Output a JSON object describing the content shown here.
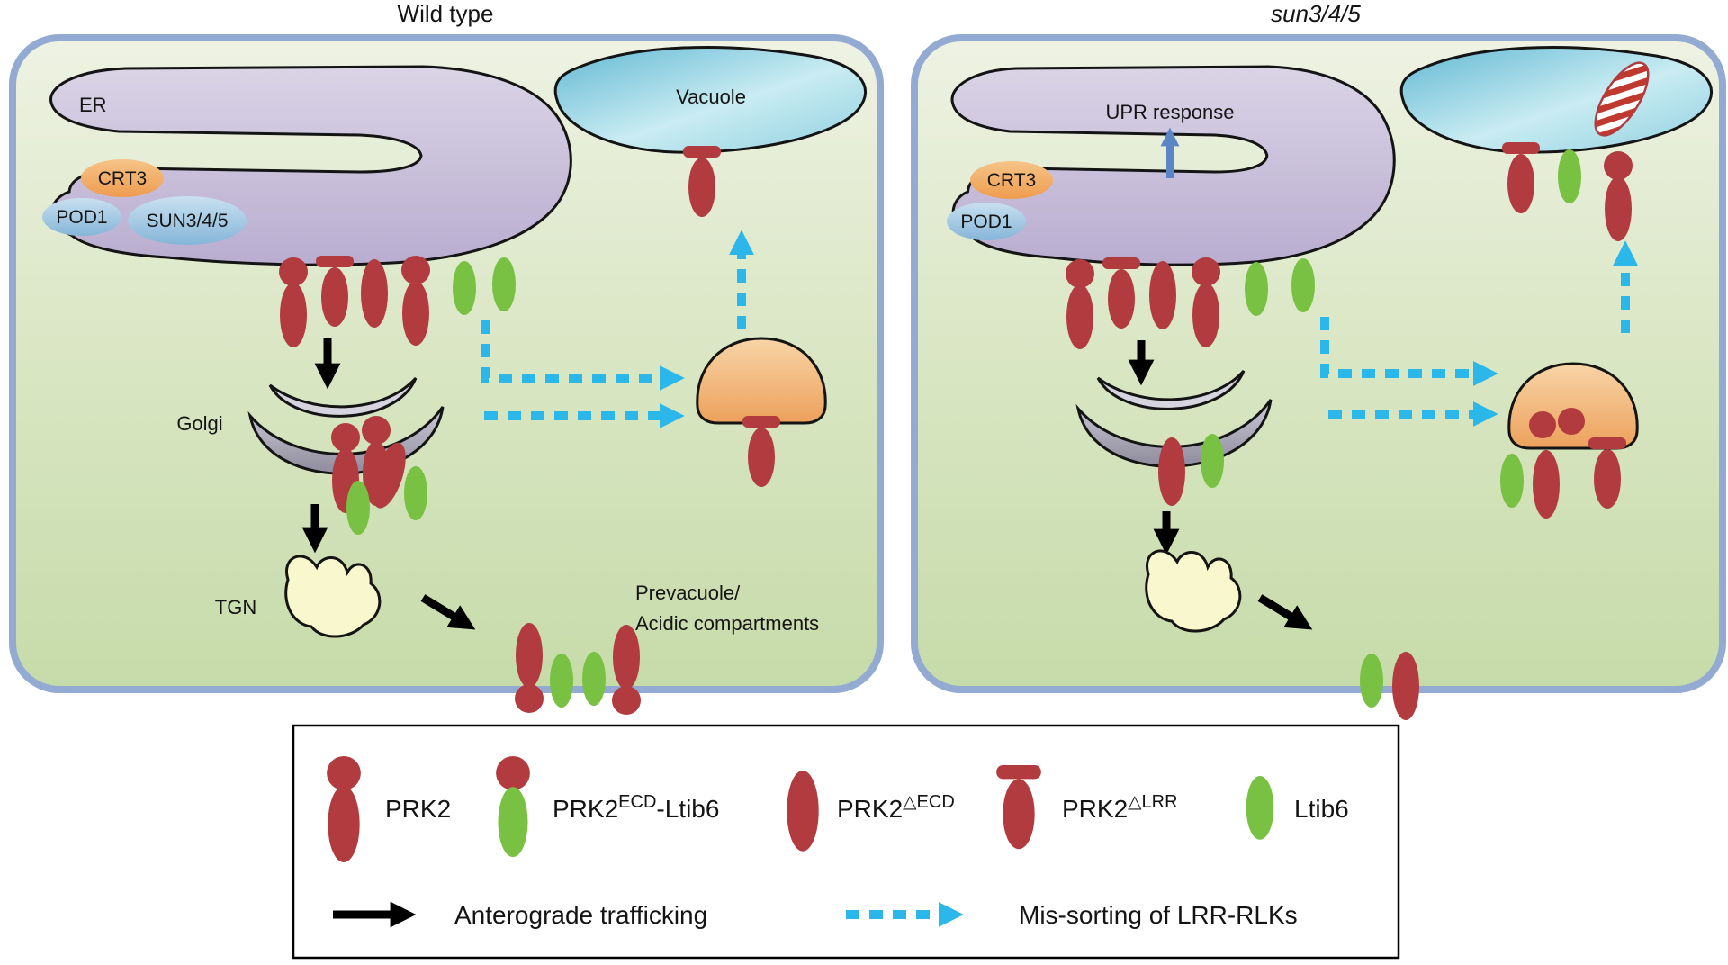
{
  "panels": {
    "left": {
      "title": "Wild type",
      "er_label": "ER",
      "crt3": "CRT3",
      "pod1": "POD1",
      "sun345": "SUN3/4/5",
      "vacuole": "Vacuole",
      "golgi": "Golgi",
      "tgn": "TGN",
      "prevacuole_line1": "Prevacuole/",
      "prevacuole_line2": "Acidic compartments"
    },
    "right": {
      "title": "sun3/4/5",
      "crt3": "CRT3",
      "pod1": "POD1",
      "upr": "UPR response"
    }
  },
  "legend": {
    "items": [
      {
        "base": "PRK2"
      },
      {
        "base": "PRK2",
        "sup": "ECD",
        "suffix": "-Ltib6"
      },
      {
        "base": "PRK2",
        "sup": "△ECD"
      },
      {
        "base": "PRK2",
        "sup": "△LRR"
      },
      {
        "base": "Ltib6"
      }
    ],
    "anterograde": "Anterograde trafficking",
    "missorting": "Mis-sorting of LRR-RLKs"
  },
  "colors": {
    "prk2_red": "#b23b3f",
    "ltib6_green": "#79c143",
    "missort_blue": "#2bb7ea",
    "anterograde_black": "#000000",
    "upr_blue": "#5a86c5",
    "membrane_border": "#93aad2"
  }
}
